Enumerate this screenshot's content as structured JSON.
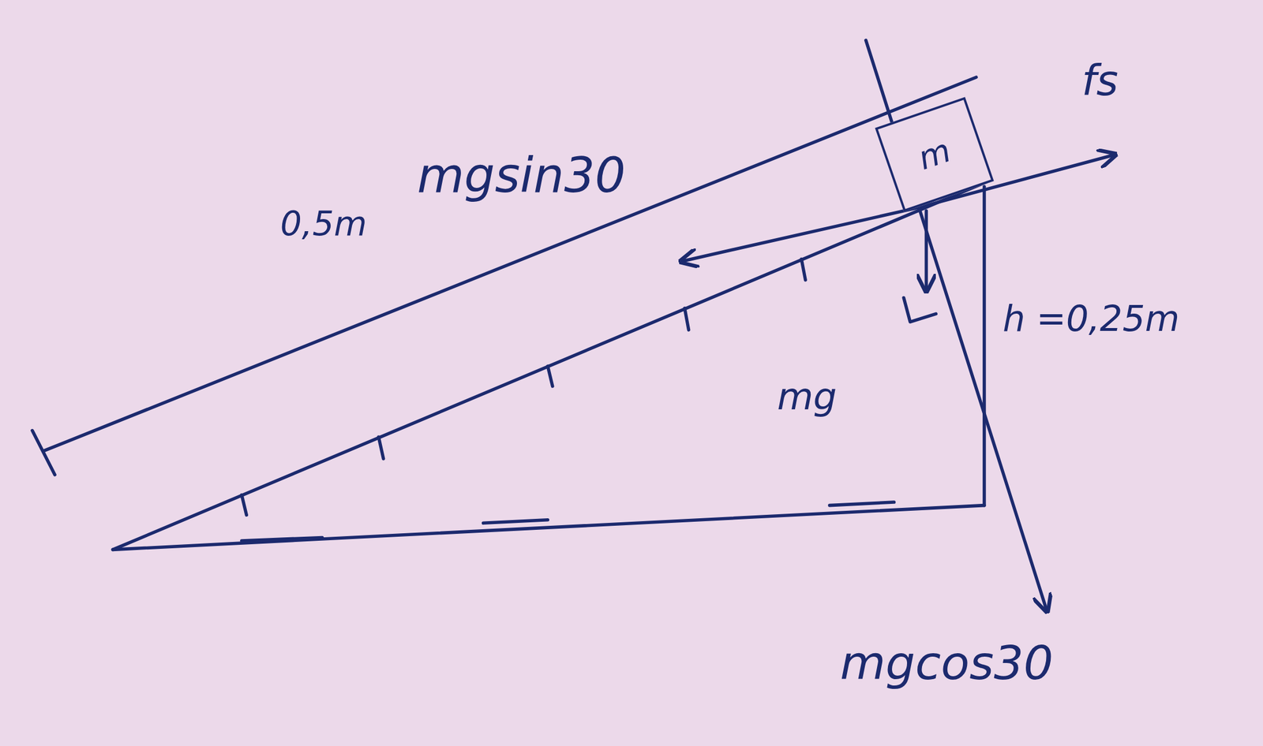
{
  "diagram": {
    "nodes": [
      {
        "text": [
          "m"
        ]
      }
    ],
    "labels": [
      "0,5m",
      "mgsin30",
      "fs",
      "h =0,25m",
      "mg",
      "mgcos30"
    ]
  }
}
